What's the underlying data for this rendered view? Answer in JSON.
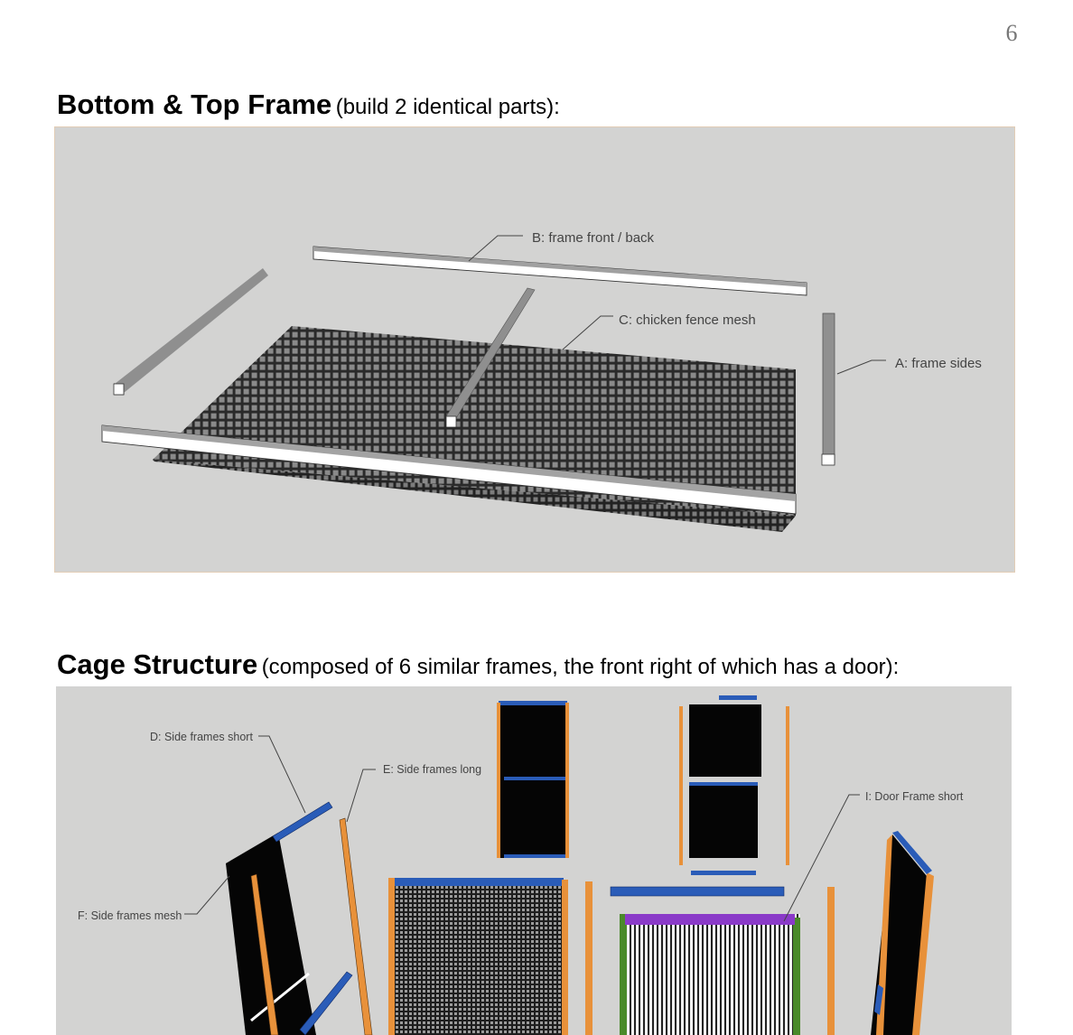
{
  "page_number": "6",
  "section_bottom_top": {
    "title": "Bottom & Top Frame",
    "note": "(build 2 identical parts):",
    "labels": {
      "frame_front_back": "B: frame front / back",
      "chicken_fence_mesh": "C: chicken fence mesh",
      "frame_sides": "A: frame sides"
    }
  },
  "section_cage": {
    "title": "Cage Structure",
    "note": "(composed of 6 similar frames, the front right of which has a door):",
    "labels": {
      "side_frames_short": "D: Side frames short",
      "side_frames_long": "E: Side frames long",
      "side_frames_mesh": "F: Side frames mesh",
      "door_frame_short": "I: Door Frame short"
    }
  },
  "colors": {
    "panel_bg": "#d3d3d2",
    "blue_part": "#2a5cb8",
    "orange_part": "#e8913a",
    "green_part": "#4a8a2a",
    "purple_part": "#8a3ac8"
  }
}
